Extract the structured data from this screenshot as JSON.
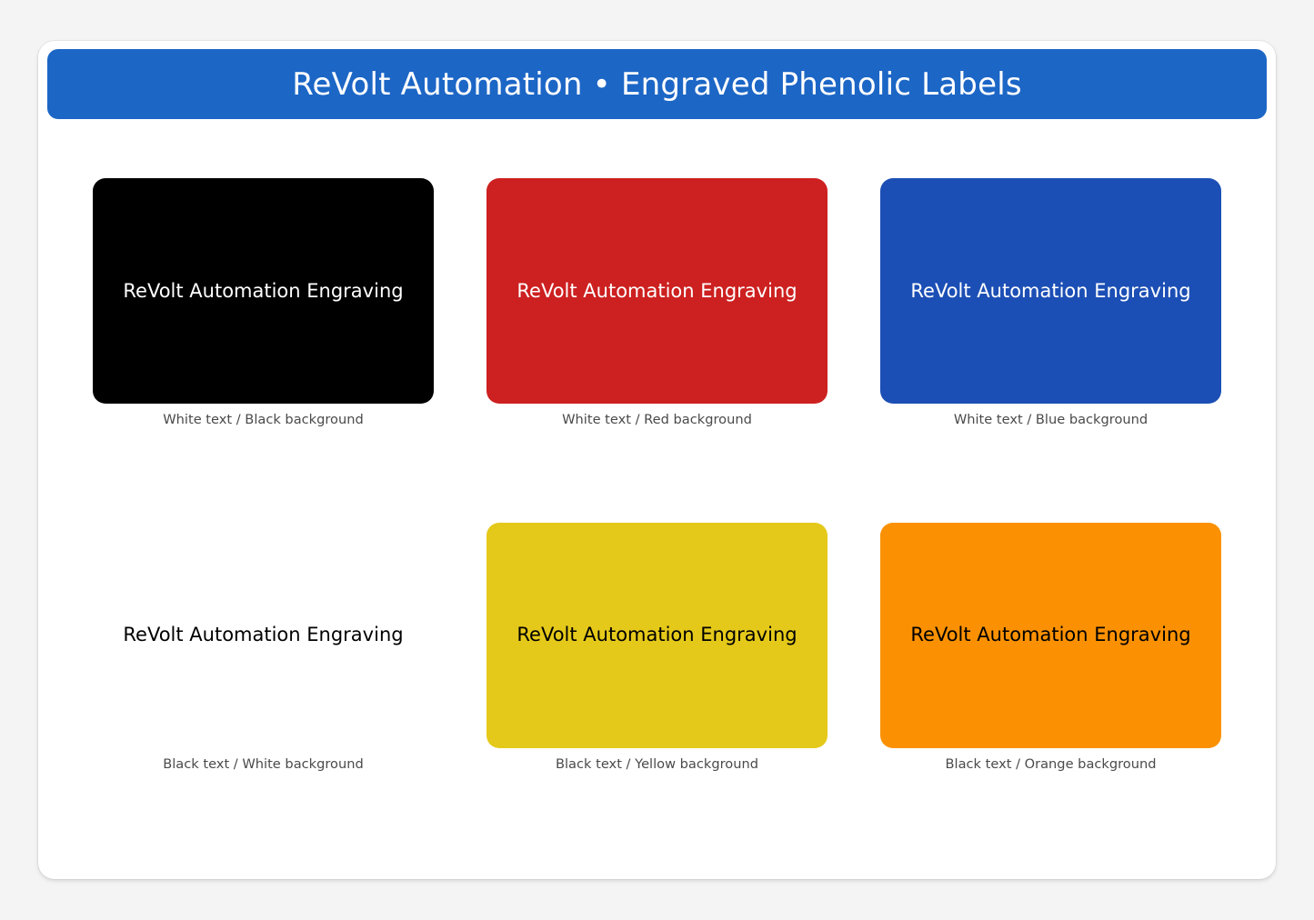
{
  "page": {
    "background_color": "#f4f4f4"
  },
  "panel": {
    "background_color": "#ffffff"
  },
  "header": {
    "title": "ReVolt Automation • Engraved Phenolic Labels",
    "background_color": "#1c66c6",
    "text_color": "#ffffff"
  },
  "swatches": [
    {
      "name": "white-on-black",
      "label_text": "ReVolt Automation Engraving",
      "caption": "White text / Black background",
      "plate_color": "#000000",
      "text_color": "#ffffff"
    },
    {
      "name": "white-on-red",
      "label_text": "ReVolt Automation Engraving",
      "caption": "White text / Red background",
      "plate_color": "#cd2020",
      "text_color": "#ffffff"
    },
    {
      "name": "white-on-blue",
      "label_text": "ReVolt Automation Engraving",
      "caption": "White text / Blue background",
      "plate_color": "#1c4fb5",
      "text_color": "#ffffff"
    },
    {
      "name": "black-on-white",
      "label_text": "ReVolt Automation Engraving",
      "caption": "Black text / White background",
      "plate_color": "#ffffff",
      "text_color": "#000000"
    },
    {
      "name": "black-on-yellow",
      "label_text": "ReVolt Automation Engraving",
      "caption": "Black text / Yellow background",
      "plate_color": "#e5c91a",
      "text_color": "#000000"
    },
    {
      "name": "black-on-orange",
      "label_text": "ReVolt Automation Engraving",
      "caption": "Black text / Orange background",
      "plate_color": "#fb9102",
      "text_color": "#000000"
    }
  ],
  "caption_color": "#4a4a4a"
}
